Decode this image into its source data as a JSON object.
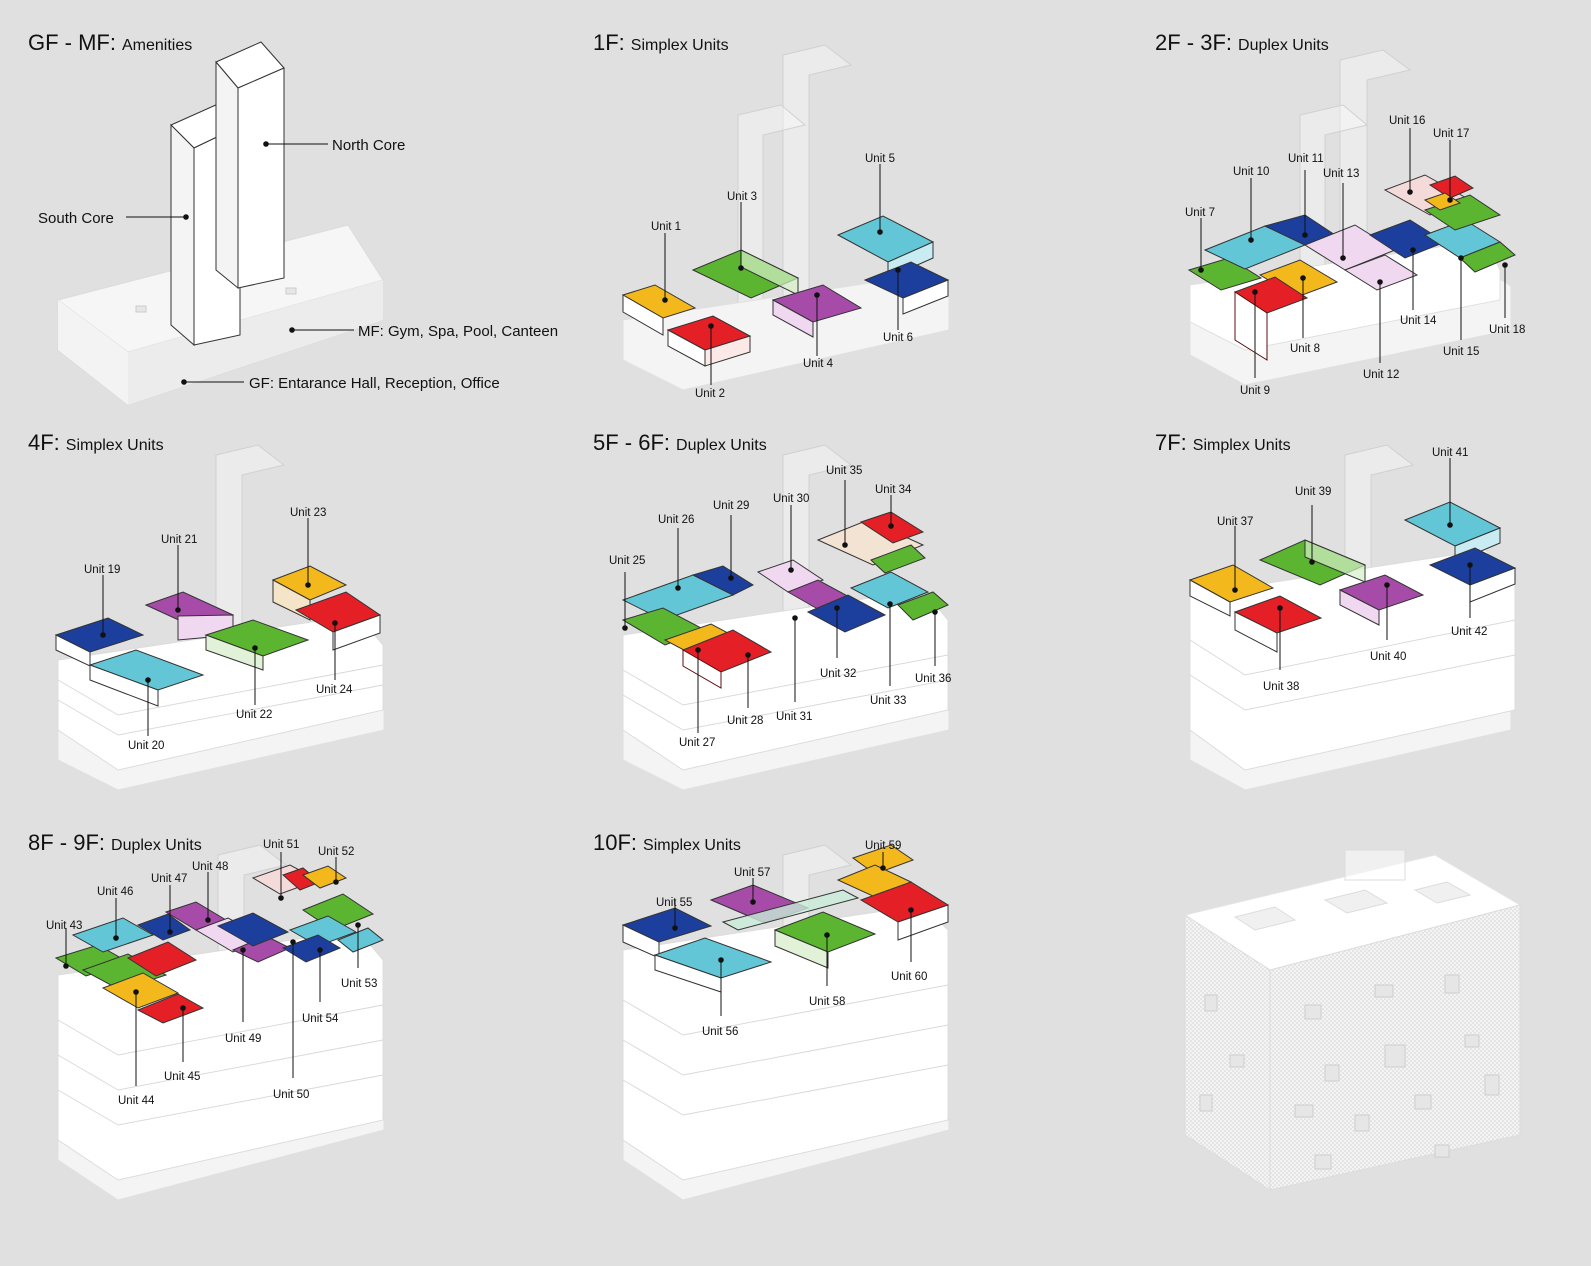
{
  "panels": [
    {
      "code": "GF - MF:",
      "desc": "Amenities",
      "labels": [
        "North Core",
        "South Core",
        "MF: Gym, Spa, Pool, Canteen",
        "GF: Entarance Hall, Reception, Office"
      ]
    },
    {
      "code": "1F:",
      "desc": "Simplex Units",
      "units": [
        "Unit 1",
        "Unit 2",
        "Unit 3",
        "Unit 4",
        "Unit 5",
        "Unit 6"
      ]
    },
    {
      "code": "2F - 3F:",
      "desc": "Duplex Units",
      "units": [
        "Unit 7",
        "Unit 8",
        "Unit 9",
        "Unit 10",
        "Unit 11",
        "Unit 12",
        "Unit 13",
        "Unit 14",
        "Unit 15",
        "Unit 16",
        "Unit 17",
        "Unit 18"
      ]
    },
    {
      "code": "4F:",
      "desc": "Simplex Units",
      "units": [
        "Unit 19",
        "Unit 20",
        "Unit 21",
        "Unit 22",
        "Unit 23",
        "Unit 24"
      ]
    },
    {
      "code": "5F - 6F:",
      "desc": "Duplex Units",
      "units": [
        "Unit 25",
        "Unit 26",
        "Unit 27",
        "Unit 28",
        "Unit 29",
        "Unit 30",
        "Unit 31",
        "Unit 32",
        "Unit 33",
        "Unit 34",
        "Unit 35",
        "Unit 36"
      ]
    },
    {
      "code": "7F:",
      "desc": "Simplex Units",
      "units": [
        "Unit 37",
        "Unit 38",
        "Unit 39",
        "Unit 40",
        "Unit 41",
        "Unit 42"
      ]
    },
    {
      "code": "8F - 9F:",
      "desc": "Duplex Units",
      "units": [
        "Unit 43",
        "Unit 44",
        "Unit 45",
        "Unit 46",
        "Unit 47",
        "Unit 48",
        "Unit 49",
        "Unit 50",
        "Unit 51",
        "Unit 52",
        "Unit 53",
        "Unit 54"
      ]
    },
    {
      "code": "10F:",
      "desc": "Simplex Units",
      "units": [
        "Unit 55",
        "Unit 56",
        "Unit 57",
        "Unit 58",
        "Unit 59",
        "Unit 60"
      ]
    }
  ],
  "palette": {
    "yellow": "#f2b81c",
    "red": "#e51f26",
    "green": "#5cb531",
    "lilac": "#a64ca8",
    "cyan": "#62c6d6",
    "blue": "#1c3f9e",
    "white": "#ffffff",
    "bg": "#e0e0e0"
  }
}
